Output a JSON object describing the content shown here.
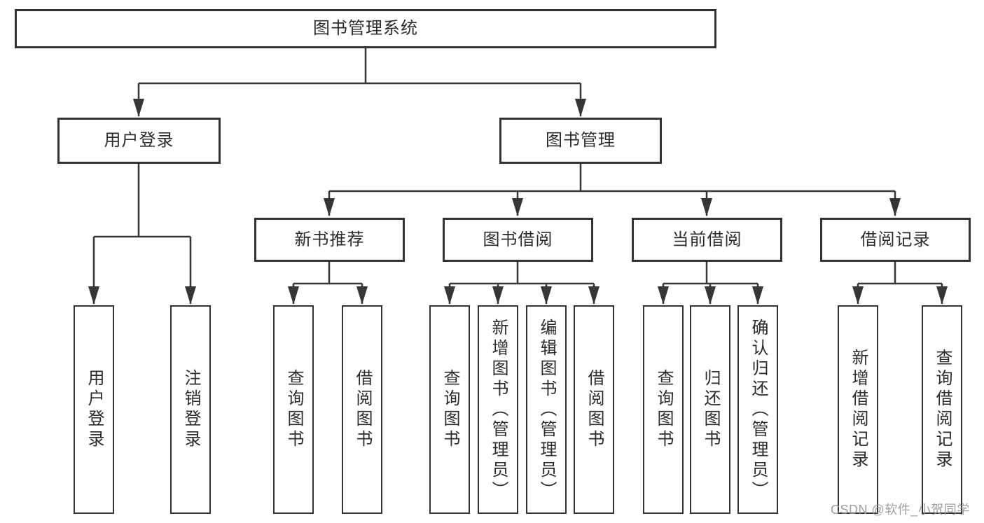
{
  "colors": {
    "line": "#363636",
    "box_border": "#333333",
    "text": "#2b2b2b",
    "watermark": "#969696"
  },
  "root": {
    "label": "图书管理系统"
  },
  "level2": {
    "user_login": {
      "label": "用户登录"
    },
    "book_mgmt": {
      "label": "图书管理"
    }
  },
  "level3": {
    "new_books": {
      "label": "新书推荐"
    },
    "book_borrow": {
      "label": "图书借阅"
    },
    "current_borrow": {
      "label": "当前借阅"
    },
    "borrow_records": {
      "label": "借阅记录"
    }
  },
  "leaves": {
    "user_login": [
      "用户登录",
      "注销登录"
    ],
    "new_books": [
      "查询图书",
      "借阅图书"
    ],
    "book_borrow": [
      "查询图书",
      "新增图书（管理员）",
      "编辑图书（管理员）",
      "借阅图书"
    ],
    "current_borrow": [
      "查询图书",
      "归还图书",
      "确认归还（管理员）"
    ],
    "borrow_records": [
      "新增借阅记录",
      "查询借阅记录"
    ]
  },
  "watermark": "CSDN @软件_小贺同学"
}
